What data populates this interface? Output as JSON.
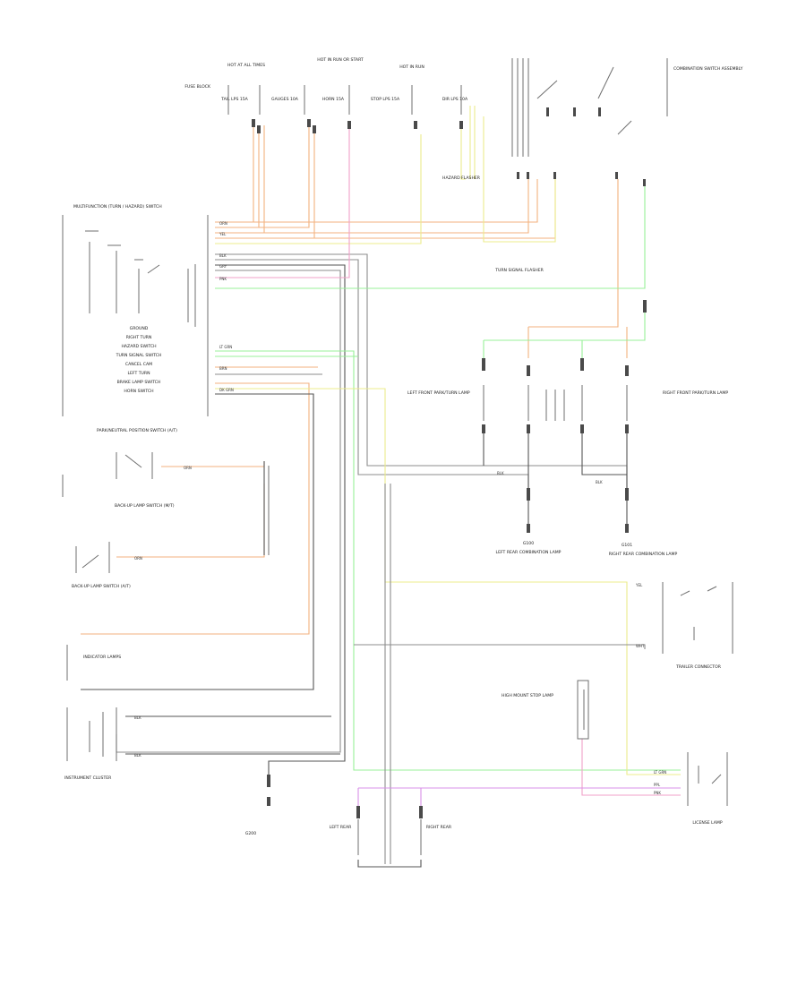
{
  "diagram": {
    "top_labels": [
      {
        "id": "t1",
        "text": "HOT AT ALL TIMES"
      },
      {
        "id": "t2",
        "text": "HOT IN RUN OR START"
      },
      {
        "id": "t3",
        "text": "HOT IN RUN"
      },
      {
        "id": "t4",
        "text": "FUSE BLOCK"
      },
      {
        "id": "t5",
        "text": "TAIL LPS 15A"
      },
      {
        "id": "t6",
        "text": "GAUGES 10A"
      },
      {
        "id": "t7",
        "text": "HORN 15A"
      },
      {
        "id": "t8",
        "text": "STOP LPS 15A"
      },
      {
        "id": "t9",
        "text": "DIR LPS 10A"
      },
      {
        "id": "t10",
        "text": "HAZARD FLASHER"
      },
      {
        "id": "t11",
        "text": "TURN SIGNAL FLASHER"
      },
      {
        "id": "t12",
        "text": "COMBINATION SWITCH ASSEMBLY"
      }
    ],
    "left_labels": [
      {
        "id": "l1",
        "text": "MULTIFUNCTION (TURN / HAZARD) SWITCH"
      },
      {
        "id": "l2",
        "text": "GROUND"
      },
      {
        "id": "l3",
        "text": "RIGHT TURN"
      },
      {
        "id": "l4",
        "text": "HAZARD SWITCH"
      },
      {
        "id": "l5",
        "text": "TURN SIGNAL SWITCH"
      },
      {
        "id": "l6",
        "text": "CANCEL CAM"
      },
      {
        "id": "l7",
        "text": "LEFT TURN"
      },
      {
        "id": "l8",
        "text": "BRAKE LAMP SWITCH"
      },
      {
        "id": "l9",
        "text": "HORN SWITCH"
      },
      {
        "id": "l10",
        "text": "PARK/NEUTRAL POSITION SWITCH (A/T)"
      },
      {
        "id": "l11",
        "text": "BACK-UP LAMP SWITCH (M/T)"
      },
      {
        "id": "l12",
        "text": "BACK-UP LAMP SWITCH (A/T)"
      },
      {
        "id": "l13",
        "text": "INSTRUMENT CLUSTER"
      },
      {
        "id": "l14",
        "text": "INDICATOR LAMPS"
      }
    ],
    "right_labels": [
      {
        "id": "r1",
        "text": "LEFT FRONT PARK/TURN LAMP"
      },
      {
        "id": "r2",
        "text": "RIGHT FRONT PARK/TURN LAMP"
      },
      {
        "id": "r3",
        "text": "LEFT REAR COMBINATION LAMP"
      },
      {
        "id": "r4",
        "text": "RIGHT REAR COMBINATION LAMP"
      },
      {
        "id": "r5",
        "text": "G100"
      },
      {
        "id": "r6",
        "text": "G101"
      },
      {
        "id": "r7",
        "text": "HIGH MOUNT STOP LAMP"
      },
      {
        "id": "r8",
        "text": "TRAILER CONNECTOR"
      },
      {
        "id": "r9",
        "text": "LICENSE LAMP"
      },
      {
        "id": "r10",
        "text": "G200"
      },
      {
        "id": "r11",
        "text": "LEFT REAR"
      },
      {
        "id": "r12",
        "text": "RIGHT REAR"
      }
    ],
    "wire_labels": [
      {
        "id": "w1",
        "text": "LT GRN"
      },
      {
        "id": "w2",
        "text": "DK GRN"
      },
      {
        "id": "w3",
        "text": "YEL"
      },
      {
        "id": "w4",
        "text": "ORN"
      },
      {
        "id": "w5",
        "text": "BLK"
      },
      {
        "id": "w6",
        "text": "PNK"
      },
      {
        "id": "w7",
        "text": "WHT"
      },
      {
        "id": "w8",
        "text": "BRN"
      },
      {
        "id": "w9",
        "text": "PPL"
      },
      {
        "id": "w10",
        "text": "GRY"
      }
    ]
  }
}
